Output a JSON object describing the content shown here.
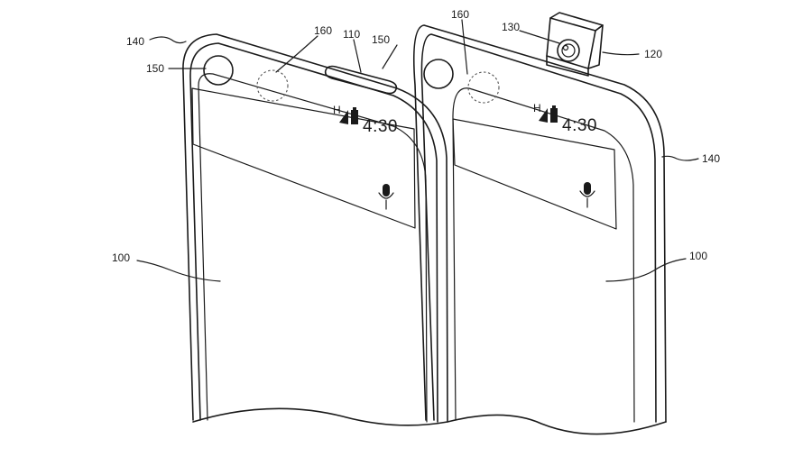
{
  "labels": {
    "l140_left": "140",
    "l150_left": "150",
    "l160_left": "160",
    "l110": "110",
    "l150_right": "150",
    "l160_right": "160",
    "l130": "130",
    "l120": "120",
    "l140_right": "140",
    "l100_left": "100",
    "l100_right": "100"
  },
  "status_bar": {
    "left_time": "4:30",
    "left_network": "H",
    "right_time": "4:30",
    "right_network": "H"
  },
  "icons": [
    "signal-icon",
    "battery-icon",
    "microphone-icon",
    "camera-lens-icon"
  ],
  "colors": {
    "line": "#1a1a1a",
    "dashed": "#555555",
    "background": "#ffffff"
  }
}
